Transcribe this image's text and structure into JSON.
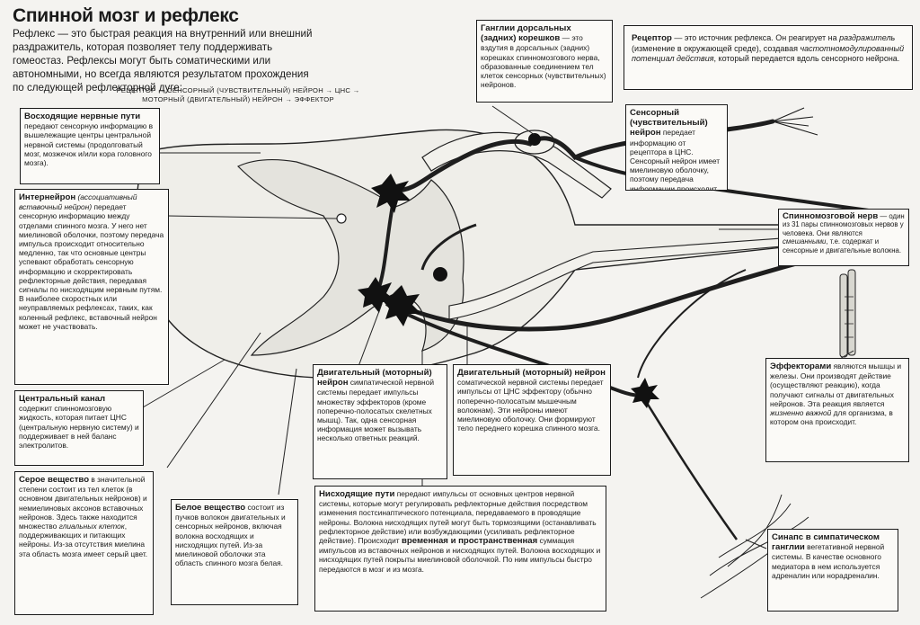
{
  "title": "Спинной мозг и рефлекс",
  "intro": "Рефлекс — это быстрая реакция на внутренний или внешний раздражитель, которая позволяет телу поддерживать гомеостаз. Рефлексы могут быть соматическими или автономными, но всегда являются результатом прохождения по следующей рефлекторной дуге:",
  "arc_line1": "РЕЦЕПТОР → СЕНСОРНЫЙ (ЧУВСТВИТЕЛЬНЫЙ) НЕЙРОН → ЦНС →",
  "arc_line2": "МОТОРНЫЙ (ДВИГАТЕЛЬНЫЙ) НЕЙРОН → ЭФФЕКТОР",
  "boxes": {
    "ascending": {
      "head": "Восходящие нервные пути",
      "body": " передают сенсорную информацию в вышележащие центры центральной нервной системы (продолговатый мозг, мозжечок и/или кора головного мозга)."
    },
    "interneuron": {
      "head": "Интернейрон",
      "italic": " (ассоциативный вставочный нейрон)",
      "body": " передает сенсорную информацию между отделами спинного мозга. У него нет миелиновой оболочки, поэтому передача импульса происходит относительно медленно, так что основные центры успевают обработать сенсорную информацию и скорректировать рефлекторные действия, передавая сигналы по нисходящим нервным путям. В наиболее скоростных или неуправляемых рефлексах, таких, как коленный рефлекс, вставочный нейрон может не участвовать."
    },
    "central_canal": {
      "head": "Центральный канал",
      "body": " содержит спинномозговую жидкость, которая питает ЦНС (центральную нервную систему) и поддерживает в ней баланс электролитов."
    },
    "gray_matter": {
      "head": "Серое вещество",
      "body": " в значительной степени состоит из тел клеток (в основном двигательных нейронов) и немиелиновых аксонов вставочных нейронов. Здесь также находится множество ",
      "italic": "глиальных клеток",
      "body2": ", поддерживающих и питающих нейроны. Из-за отсутствия миелина эта область мозга имеет серый цвет."
    },
    "white_matter": {
      "head": "Белое вещество",
      "body": " состоит из пучков волокон двигательных и сенсорных нейронов, включая волокна восходящих и нисходящих путей. Из-за миелиновой оболочки эта область спинного мозга белая."
    },
    "motor1": {
      "head": "Двигательный (моторный) нейрон",
      "body": " симпатической нервной системы передает импульсы множеству эффекторов (кроме поперечно-полосатых скелетных мышц). Так, одна сенсорная информация может вызывать несколько ответных реакций."
    },
    "motor2": {
      "head": "Двигательный (моторный) нейрон",
      "body": " соматической нервной системы передает импульсы от ЦНС эффектору (обычно поперечно-полосатым мышечным волокнам). Эти нейроны имеют миелиновую оболочку. Они формируют тело переднего корешка спинного мозга."
    },
    "descending": {
      "head": "Нисходящие пути",
      "body": " передают импульсы от основных центров нервной системы, которые могут регулировать рефлекторные действия посредством изменения постсинаптического потенциала, передаваемого в проводящие нейроны. Волокна нисходящих путей могут быть тормозящими (останавливать рефлекторное действие) или возбуждающими (усиливать рефлекторное действие). Происходит ",
      "bold": "временная и пространственная",
      "body2": " суммация импульсов из вставочных нейронов и нисходящих путей. Волокна восходящих и нисходящих путей покрыты миелиновой оболочкой. По ним импульсы быстро передаются в мозг и из мозга."
    },
    "ganglia": {
      "head": "Ганглии дорсальных (задних) корешков",
      "body": " — это вздутия в дорсальных (задних) корешках спинномозгового нерва, образованные соединением тел клеток сенсорных (чувствительных) нейронов."
    },
    "receptor": {
      "head": "Рецептор",
      "body": " — это источник рефлекса. Он реагирует на ",
      "italic": "раздражитель",
      "body2": " (изменение в окружающей среде), создавая ",
      "italic2": "частотномодулированный потенциал действия",
      "body3": ", который передается вдоль сенсорного нейрона."
    },
    "sensory": {
      "head": "Сенсорный (чувствительный) нейрон",
      "body": " передает информацию от рецептора в ЦНС. Сенсорный нейрон имеет миелиновую оболочку, поэтому передача информации происходит быстро."
    },
    "spinal_nerve": {
      "head": "Спинномозговой нерв",
      "body": " — один из 31 пары спинномозговых нервов у человека. Они являются ",
      "italic": "смешанными",
      "body2": ", т.е. содержат и сенсорные и двигательные волокна."
    },
    "effectors": {
      "head": "Эффекторами",
      "body": " являются мышцы и железы. Они производят действие (осуществляют реакцию), когда получают сигналы от двигательных нейронов. Эта реакция является ",
      "italic": "жизненно важной",
      "body2": " для организма, в котором она происходит."
    },
    "synapse": {
      "head": "Синапс в симпатическом ганглии",
      "body": " вегетативной нервной системы. В качестве основного медиатора в нем используется адреналин или норадреналин."
    }
  }
}
